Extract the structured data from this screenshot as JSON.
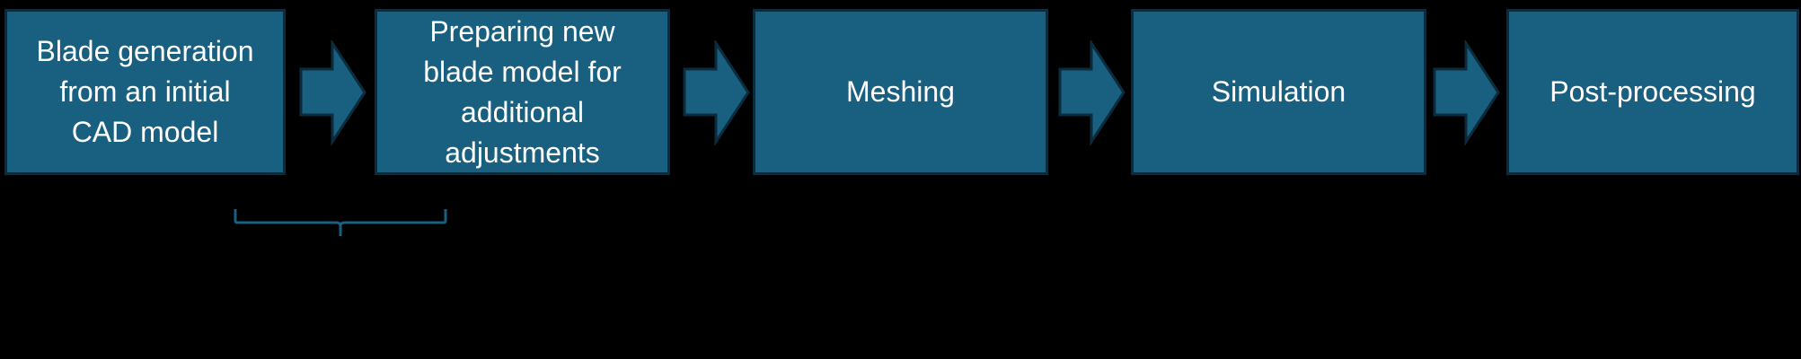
{
  "diagram": {
    "type": "process-flow",
    "colors": {
      "background": "#000000",
      "box_fill": "#185f80",
      "box_border": "#0c2b3d",
      "text": "#ffffff",
      "bracket": "#1a5f80"
    },
    "steps": [
      {
        "label": "Blade generation\nfrom an initial\nCAD model"
      },
      {
        "label": "Preparing new\nblade model for\nadditional\nadjustments"
      },
      {
        "label": "Meshing"
      },
      {
        "label": "Simulation"
      },
      {
        "label": "Post-processing"
      }
    ],
    "connectors": [
      {
        "from": 0,
        "to": 1,
        "shape": "block-arrow"
      },
      {
        "from": 1,
        "to": 2,
        "shape": "block-arrow"
      },
      {
        "from": 2,
        "to": 3,
        "shape": "block-arrow"
      },
      {
        "from": 3,
        "to": 4,
        "shape": "block-arrow"
      }
    ],
    "annotations": [
      {
        "shape": "bracket",
        "spans_steps": [
          0,
          1
        ],
        "label": ""
      }
    ]
  }
}
